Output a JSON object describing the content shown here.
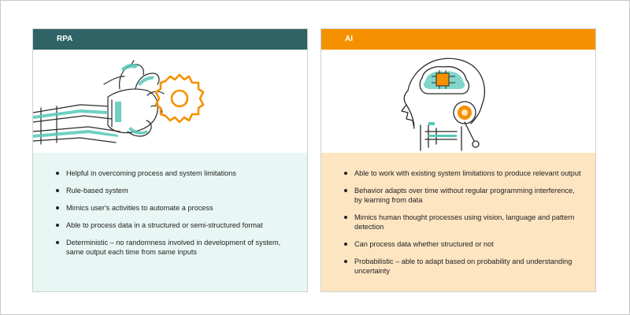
{
  "rpa": {
    "title": "RPA",
    "icon": "robot-hand-gear-icon",
    "items": [
      "Helpful in overcoming process and system limitations",
      "Rule-based system",
      "Mimics user's activities to automate a process",
      "Able to process data in a structured or semi-structured format",
      "Deterministic – no randomness involved in development of system, same output each time from same inputs"
    ]
  },
  "ai": {
    "title": "AI",
    "icon": "robot-head-brain-icon",
    "items": [
      "Able to work with existing system limitations to produce relevant output",
      "Behavior adapts over time without regular programming interference, by learning from data",
      "Mimics human thought processes using vision, language and pattern detection",
      "Can process data whether structured or not",
      "Probabilistic – able to adapt based on probability and understanding uncertainty"
    ]
  },
  "colors": {
    "rpa_header": "#2f6366",
    "ai_header": "#f59100",
    "rpa_body": "#e8f7f4",
    "ai_body": "#fde5c2",
    "accent_teal": "#55c8b8",
    "accent_orange": "#f59100"
  }
}
